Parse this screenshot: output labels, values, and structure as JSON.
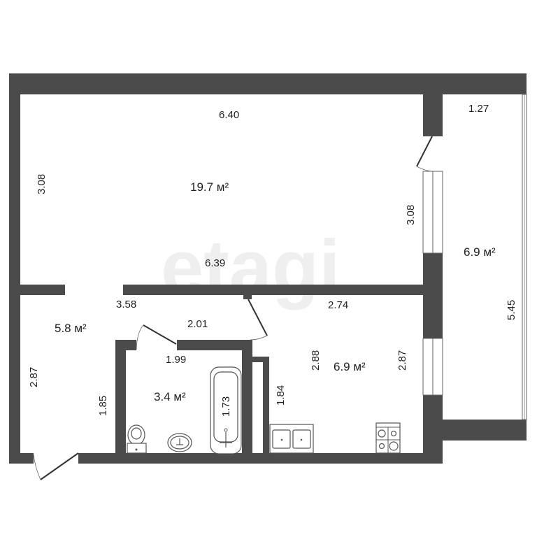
{
  "plan": {
    "watermark": "etagi",
    "wall_color": "#4b4b4b",
    "background": "#ffffff",
    "rooms": [
      {
        "id": "living-room",
        "area": "19.7 м²"
      },
      {
        "id": "balcony",
        "area": "6.9 м²"
      },
      {
        "id": "hallway",
        "area": "5.8 м²"
      },
      {
        "id": "bathroom",
        "area": "3.4 м²"
      },
      {
        "id": "kitchen",
        "area": "6.9 м²"
      }
    ],
    "dimensions": {
      "living_top": "6.40",
      "living_bottom": "6.39",
      "living_left": "3.08",
      "living_right": "3.08",
      "balcony_top": "1.27",
      "balcony_side": "5.45",
      "hallway_top": "3.58",
      "hallway_left": "2.87",
      "hallway_inner": "1.85",
      "corridor": "2.01",
      "bathroom_top": "1.99",
      "bathtub": "1.73",
      "kitchen_top": "2.74",
      "kitchen_left": "2.88",
      "kitchen_right": "2.87",
      "kitchen_niche": "1.84"
    }
  }
}
